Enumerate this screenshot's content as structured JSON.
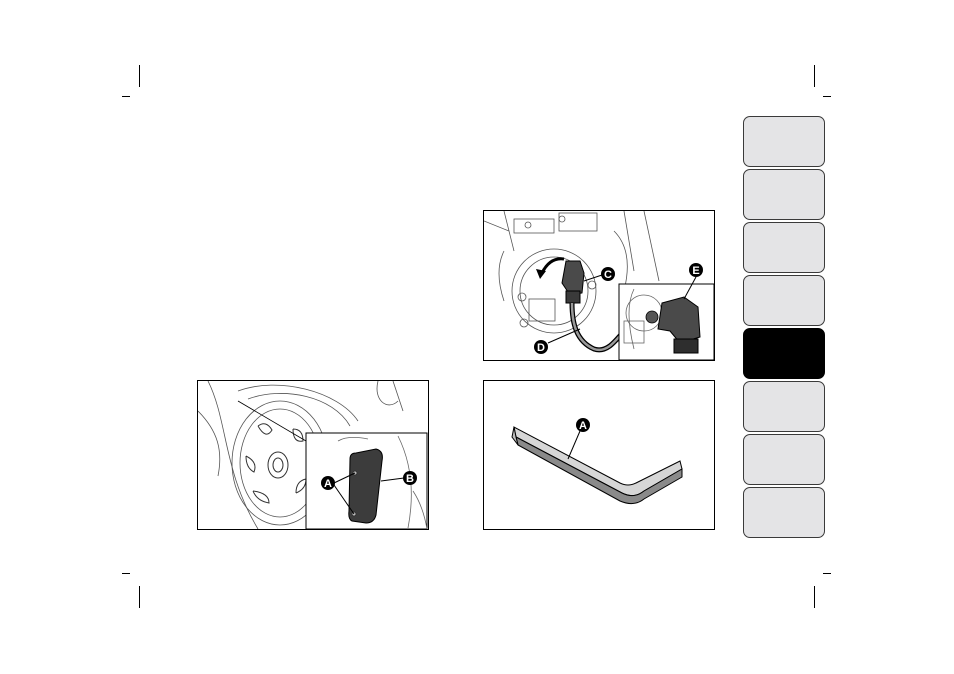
{
  "side_tabs": [
    {
      "label": "",
      "active": false
    },
    {
      "label": "",
      "active": false
    },
    {
      "label": "",
      "active": false
    },
    {
      "label": "",
      "active": false
    },
    {
      "label": "",
      "active": true
    },
    {
      "label": "",
      "active": false
    },
    {
      "label": "",
      "active": false
    },
    {
      "label": "",
      "active": false
    }
  ],
  "figures": {
    "wheel_cover": {
      "callouts": [
        "A",
        "B"
      ]
    },
    "headlamp_bulb": {
      "callouts": [
        "C",
        "D",
        "E"
      ]
    },
    "allen_key": {
      "callouts": [
        "A"
      ]
    }
  },
  "colors": {
    "tab_fill": "#e4e4e6",
    "tab_active": "#000000",
    "line_art": "#000000"
  }
}
